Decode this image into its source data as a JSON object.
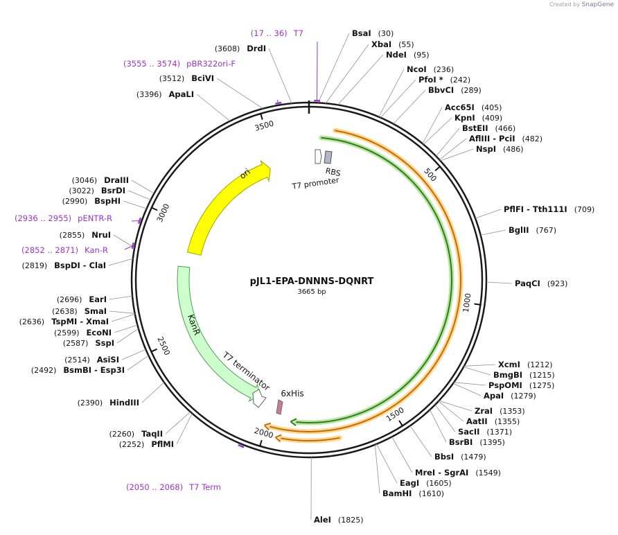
{
  "brand": {
    "prefix": "Created by",
    "name": "SnapGene"
  },
  "map": {
    "name": "pJL1-EPA-DNNNS-DQNRT",
    "size_label": "3665 bp",
    "total_bp": 3665,
    "ticks": [
      {
        "label": "500",
        "bp": 500
      },
      {
        "label": "1000",
        "bp": 1000
      },
      {
        "label": "1500",
        "bp": 1500
      },
      {
        "label": "2000",
        "bp": 2000
      },
      {
        "label": "2500",
        "bp": 2500
      },
      {
        "label": "3000",
        "bp": 3000
      },
      {
        "label": "3500",
        "bp": 3500
      }
    ]
  },
  "features": [
    {
      "name": "ori",
      "label": "ori",
      "start": 2880,
      "end": 3470,
      "kind": "arrow-cw",
      "color": "#ffff00",
      "stroke": "#a0a000"
    },
    {
      "name": "kanr",
      "label": "KanR",
      "start": 2810,
      "end": 2070,
      "kind": "arrow-ccw",
      "color": "#ccffcc",
      "stroke": "#50a050"
    },
    {
      "name": "t7-terminator",
      "label": "T7 terminator",
      "start": 2005,
      "end": 1990,
      "kind": "small-arrow",
      "color": "#ffffff",
      "stroke": "#606060"
    },
    {
      "name": "6xhis",
      "label": "6xHis",
      "start": 1920,
      "end": 1900,
      "kind": "small-box",
      "color": "#c08090",
      "stroke": "#806070"
    },
    {
      "name": "t7-promoter",
      "label": "T7 promoter",
      "start": 3655,
      "end": 3665,
      "kind": "small-arrow",
      "color": "#ffffff",
      "stroke": "#606060"
    },
    {
      "name": "rbs",
      "label": "RBS",
      "start": 10,
      "end": 25,
      "kind": "small-box",
      "color": "#b0b8c8",
      "stroke": "#505060"
    }
  ],
  "orfs": [
    {
      "name": "inner-green-orf",
      "start": 50,
      "end": 1885,
      "color": "#2e7d1a",
      "glow": "#b8e6a0",
      "radius": 0
    },
    {
      "name": "outer-orange-orf-1",
      "start": 100,
      "end": 1985,
      "color": "#c86a00",
      "glow": "#ffd890",
      "radius": 1
    },
    {
      "name": "outer-orange-orf-2",
      "start": 1720,
      "end": 1935,
      "color": "#c86a00",
      "glow": "#ffd890",
      "radius": 2
    }
  ],
  "sites": [
    {
      "name": "BsaI",
      "pos": "(30)",
      "bp": 30
    },
    {
      "name": "XbaI",
      "pos": "(55)",
      "bp": 55
    },
    {
      "name": "NdeI",
      "pos": "(95)",
      "bp": 95
    },
    {
      "name": "NcoI",
      "pos": "(236)",
      "bp": 236
    },
    {
      "name": "PfoI *",
      "pos": "(242)",
      "bp": 242
    },
    {
      "name": "BbvCI",
      "pos": "(289)",
      "bp": 289
    },
    {
      "name": "Acc65I",
      "pos": "(405)",
      "bp": 405
    },
    {
      "name": "KpnI",
      "pos": "(409)",
      "bp": 409
    },
    {
      "name": "BstEII",
      "pos": "(466)",
      "bp": 466
    },
    {
      "name": "AflIII  - PciI",
      "pos": "(482)",
      "bp": 482
    },
    {
      "name": "NspI",
      "pos": "(486)",
      "bp": 486
    },
    {
      "name": "PflFI  - Tth111I",
      "pos": "(709)",
      "bp": 709
    },
    {
      "name": "BglII",
      "pos": "(767)",
      "bp": 767
    },
    {
      "name": "PaqCI",
      "pos": "(923)",
      "bp": 923
    },
    {
      "name": "XcmI",
      "pos": "(1212)",
      "bp": 1212
    },
    {
      "name": "BmgBI",
      "pos": "(1215)",
      "bp": 1215
    },
    {
      "name": "PspOMI",
      "pos": "(1275)",
      "bp": 1275
    },
    {
      "name": "ApaI",
      "pos": "(1279)",
      "bp": 1279
    },
    {
      "name": "ZraI",
      "pos": "(1353)",
      "bp": 1353
    },
    {
      "name": "AatII",
      "pos": "(1355)",
      "bp": 1355
    },
    {
      "name": "SacII",
      "pos": "(1371)",
      "bp": 1371
    },
    {
      "name": "BsrBI",
      "pos": "(1395)",
      "bp": 1395
    },
    {
      "name": "BbsI",
      "pos": "(1479)",
      "bp": 1479
    },
    {
      "name": "MreI  - SgrAI",
      "pos": "(1549)",
      "bp": 1549
    },
    {
      "name": "EagI",
      "pos": "(1605)",
      "bp": 1605
    },
    {
      "name": "BamHI",
      "pos": "(1610)",
      "bp": 1610
    },
    {
      "name": "AleI",
      "pos": "(1825)",
      "bp": 1825
    },
    {
      "name": "PflMI",
      "pos": "(2252)",
      "bp": 2252
    },
    {
      "name": "TaqII",
      "pos": "(2260)",
      "bp": 2260
    },
    {
      "name": "HindIII",
      "pos": "(2390)",
      "bp": 2390
    },
    {
      "name": "BsmBI  - Esp3I",
      "pos": "(2492)",
      "bp": 2492
    },
    {
      "name": "AsiSI",
      "pos": "(2514)",
      "bp": 2514
    },
    {
      "name": "SspI",
      "pos": "(2587)",
      "bp": 2587
    },
    {
      "name": "EcoNI",
      "pos": "(2599)",
      "bp": 2599
    },
    {
      "name": "TspMI  - XmaI",
      "pos": "(2636)",
      "bp": 2636
    },
    {
      "name": "SmaI",
      "pos": "(2638)",
      "bp": 2638
    },
    {
      "name": "EarI",
      "pos": "(2696)",
      "bp": 2696
    },
    {
      "name": "BspDI  - ClaI",
      "pos": "(2819)",
      "bp": 2819
    },
    {
      "name": "NruI",
      "pos": "(2855)",
      "bp": 2855
    },
    {
      "name": "BspHI",
      "pos": "(2990)",
      "bp": 2990
    },
    {
      "name": "BsrDI",
      "pos": "(3022)",
      "bp": 3022
    },
    {
      "name": "DraIII",
      "pos": "(3046)",
      "bp": 3046
    },
    {
      "name": "ApaLI",
      "pos": "(3396)",
      "bp": 3396
    },
    {
      "name": "BciVI",
      "pos": "(3512)",
      "bp": 3512
    },
    {
      "name": "DrdI",
      "pos": "(3608)",
      "bp": 3608
    }
  ],
  "primers": [
    {
      "name": "T7",
      "range": "(17 .. 36)",
      "bp": 26
    },
    {
      "name": "pBR322ori-F",
      "range": "(3555 .. 3574)",
      "bp": 3565
    },
    {
      "name": "pENTR-R",
      "range": "(2936 .. 2955)",
      "bp": 2945
    },
    {
      "name": "Kan-R",
      "range": "(2852 .. 2871)",
      "bp": 2861
    },
    {
      "name": "T7 Term",
      "range": "(2050 .. 2068)",
      "bp": 2059
    }
  ],
  "colors": {
    "primer": "#9933cc",
    "backbone": "#1a1a1a",
    "leader": "#909090"
  }
}
